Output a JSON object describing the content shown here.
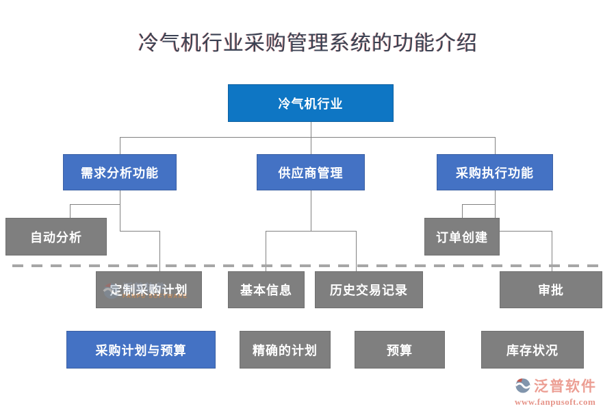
{
  "title": "冷气机行业采购管理系统的功能介绍",
  "diagram": {
    "nodes": [
      {
        "id": "root",
        "label": "冷气机行业"
      },
      {
        "id": "demand-analysis",
        "label": "需求分析功能"
      },
      {
        "id": "supplier-management",
        "label": "供应商管理"
      },
      {
        "id": "procurement-execution",
        "label": "采购执行功能"
      },
      {
        "id": "auto-analysis",
        "label": "自动分析"
      },
      {
        "id": "order-creation",
        "label": "订单创建"
      },
      {
        "id": "custom-procurement-plan",
        "label": "定制采购计划"
      },
      {
        "id": "basic-info",
        "label": "基本信息"
      },
      {
        "id": "transaction-history",
        "label": "历史交易记录"
      },
      {
        "id": "approval",
        "label": "审批"
      },
      {
        "id": "procurement-plan-budget",
        "label": "采购计划与预算"
      },
      {
        "id": "accurate-plan",
        "label": "精确的计划"
      },
      {
        "id": "budget",
        "label": "预算"
      },
      {
        "id": "inventory-status",
        "label": "库存状况"
      }
    ]
  },
  "watermark": {
    "brand": "泛普软件",
    "subtext": "FANPU SOFTWARE"
  },
  "footer_logo": {
    "brand": "泛普软件",
    "url": "www.fanpusoft.com"
  },
  "colors": {
    "root_box": "#0e76c4",
    "branch_box": "#4472c4",
    "gray_box": "#7f7f7f",
    "connector": "#808080",
    "dashed_divider": "#a6a6a6",
    "title_text": "#3a4254",
    "logo_text": "#ec9e93"
  }
}
